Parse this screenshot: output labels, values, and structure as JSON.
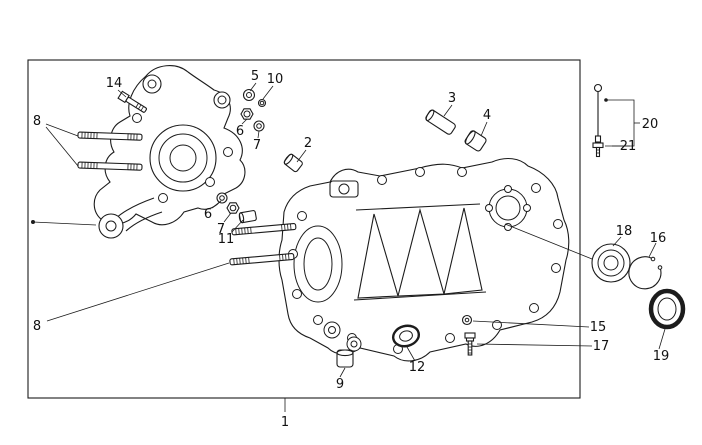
{
  "colors": {
    "background": "#ffffff",
    "line": "#1c1c1c",
    "label": "#111111"
  },
  "figure": {
    "type": "exploded-parts-diagram",
    "callouts": {
      "c1": "1",
      "c2": "2",
      "c3": "3",
      "c4": "4",
      "c5": "5",
      "c6a": "6",
      "c6b": "6",
      "c7a": "7",
      "c7b": "7",
      "c8a": "8",
      "c8b": "8",
      "c9": "9",
      "c10": "10",
      "c11": "11",
      "c12": "12",
      "c14": "14",
      "c15": "15",
      "c16": "16",
      "c17": "17",
      "c18": "18",
      "c19": "19",
      "c20": "20",
      "c21": "21"
    }
  }
}
